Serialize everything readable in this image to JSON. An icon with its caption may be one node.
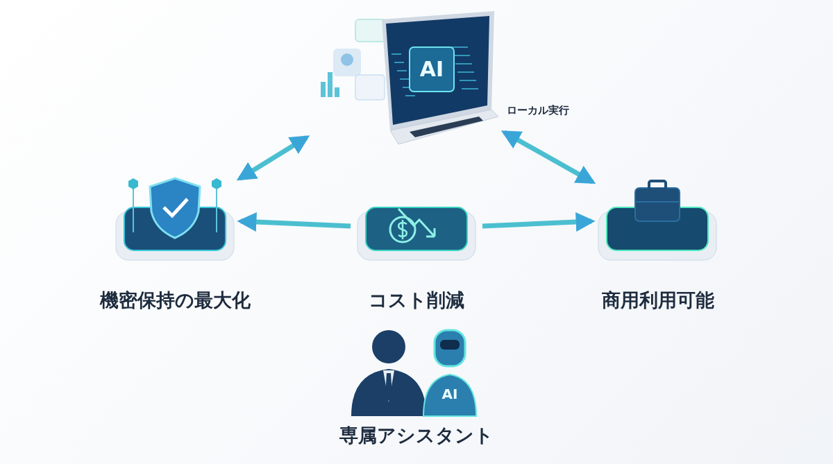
{
  "diagram": {
    "nodes": [
      {
        "text": [],
        "shape": "picture",
        "beside": [
          "ローカル実行"
        ]
      },
      {
        "text": [
          "機密保持の最大化"
        ]
      },
      {
        "text": [
          "コスト削減"
        ]
      },
      {
        "text": [
          "商用利用可能"
        ]
      },
      {
        "text": [
          "専属アシスタント"
        ]
      }
    ],
    "edges": [
      {
        "from": 0,
        "to": 1,
        "arrow": "both"
      },
      {
        "from": 2,
        "to": 1,
        "arrow": "to"
      },
      {
        "from": 2,
        "to": 3,
        "arrow": "to"
      },
      {
        "from": 0,
        "to": 3,
        "arrow": "both"
      }
    ],
    "labels": [
      "AI",
      "AI"
    ]
  }
}
